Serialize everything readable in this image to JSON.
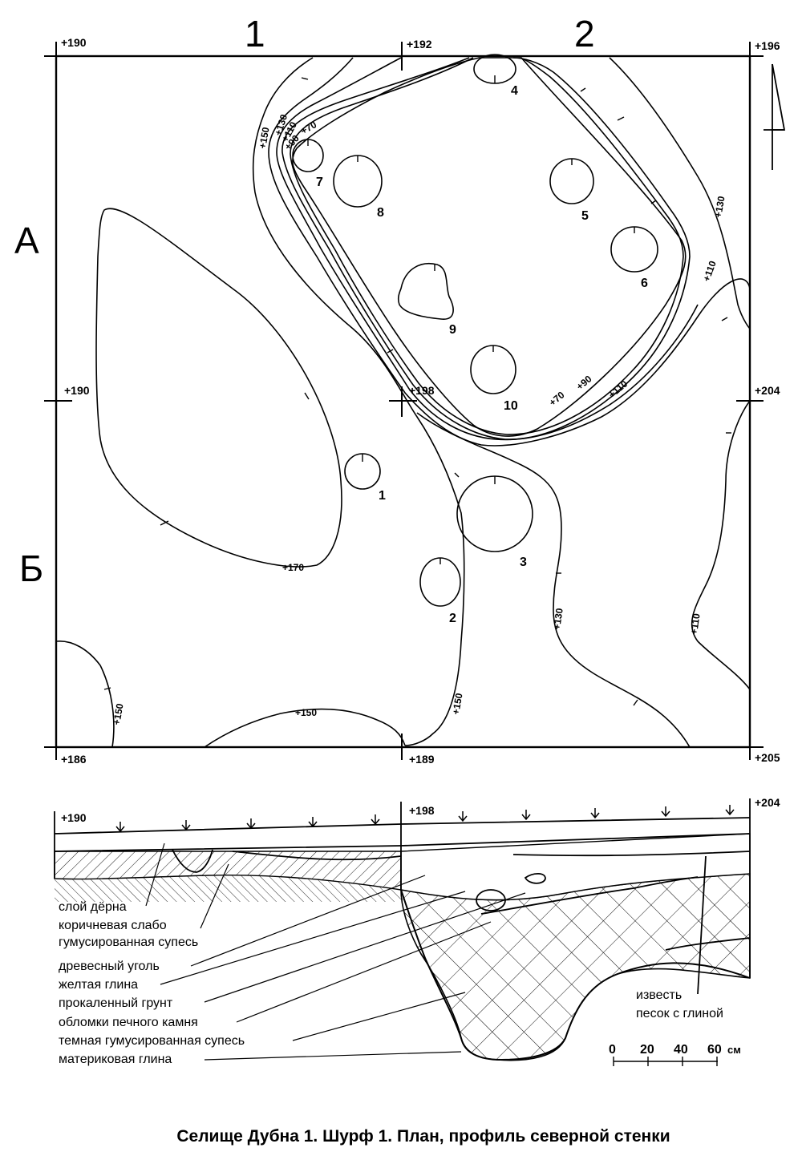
{
  "plan": {
    "columns": [
      "1",
      "2"
    ],
    "rows": [
      "А",
      "Б"
    ],
    "corner_elevations": {
      "top_left": "+190",
      "top_mid": "+192",
      "top_right": "+196",
      "mid_left": "+190",
      "center": "+198",
      "mid_right": "+204",
      "bottom_left": "+186",
      "bottom_mid": "+189",
      "bottom_right": "+205"
    },
    "contour_labels": {
      "c150a": "+150",
      "c130a": "+130",
      "c110a": "+110",
      "c90a": "+90",
      "c70a": "+70",
      "c130b": "+130",
      "c110b": "+110",
      "c70b": "+70",
      "c90b": "+90",
      "c110c": "+110",
      "c170": "+170",
      "c130c": "+130",
      "c110d": "+110",
      "c150b": "+150",
      "c150c": "+150",
      "c150d": "+150"
    },
    "pits": [
      "1",
      "2",
      "3",
      "4",
      "5",
      "6",
      "7",
      "8",
      "9",
      "10"
    ]
  },
  "profile": {
    "elevations": {
      "left": "+190",
      "middle": "+198",
      "right": "+204"
    },
    "legend": [
      "слой дёрна",
      "коричневая слабо",
      "гумусированная супесь",
      "древесный уголь",
      "желтая глина",
      "прокаленный грунт",
      "обломки печного камня",
      "темная гумусированная супесь",
      "материковая глина"
    ],
    "right_labels": [
      "известь",
      "песок с глиной"
    ],
    "scale": {
      "ticks": [
        "0",
        "20",
        "40",
        "60"
      ],
      "unit": "см"
    }
  },
  "caption": "Селище Дубна 1. Шурф 1. План, профиль северной стенки"
}
